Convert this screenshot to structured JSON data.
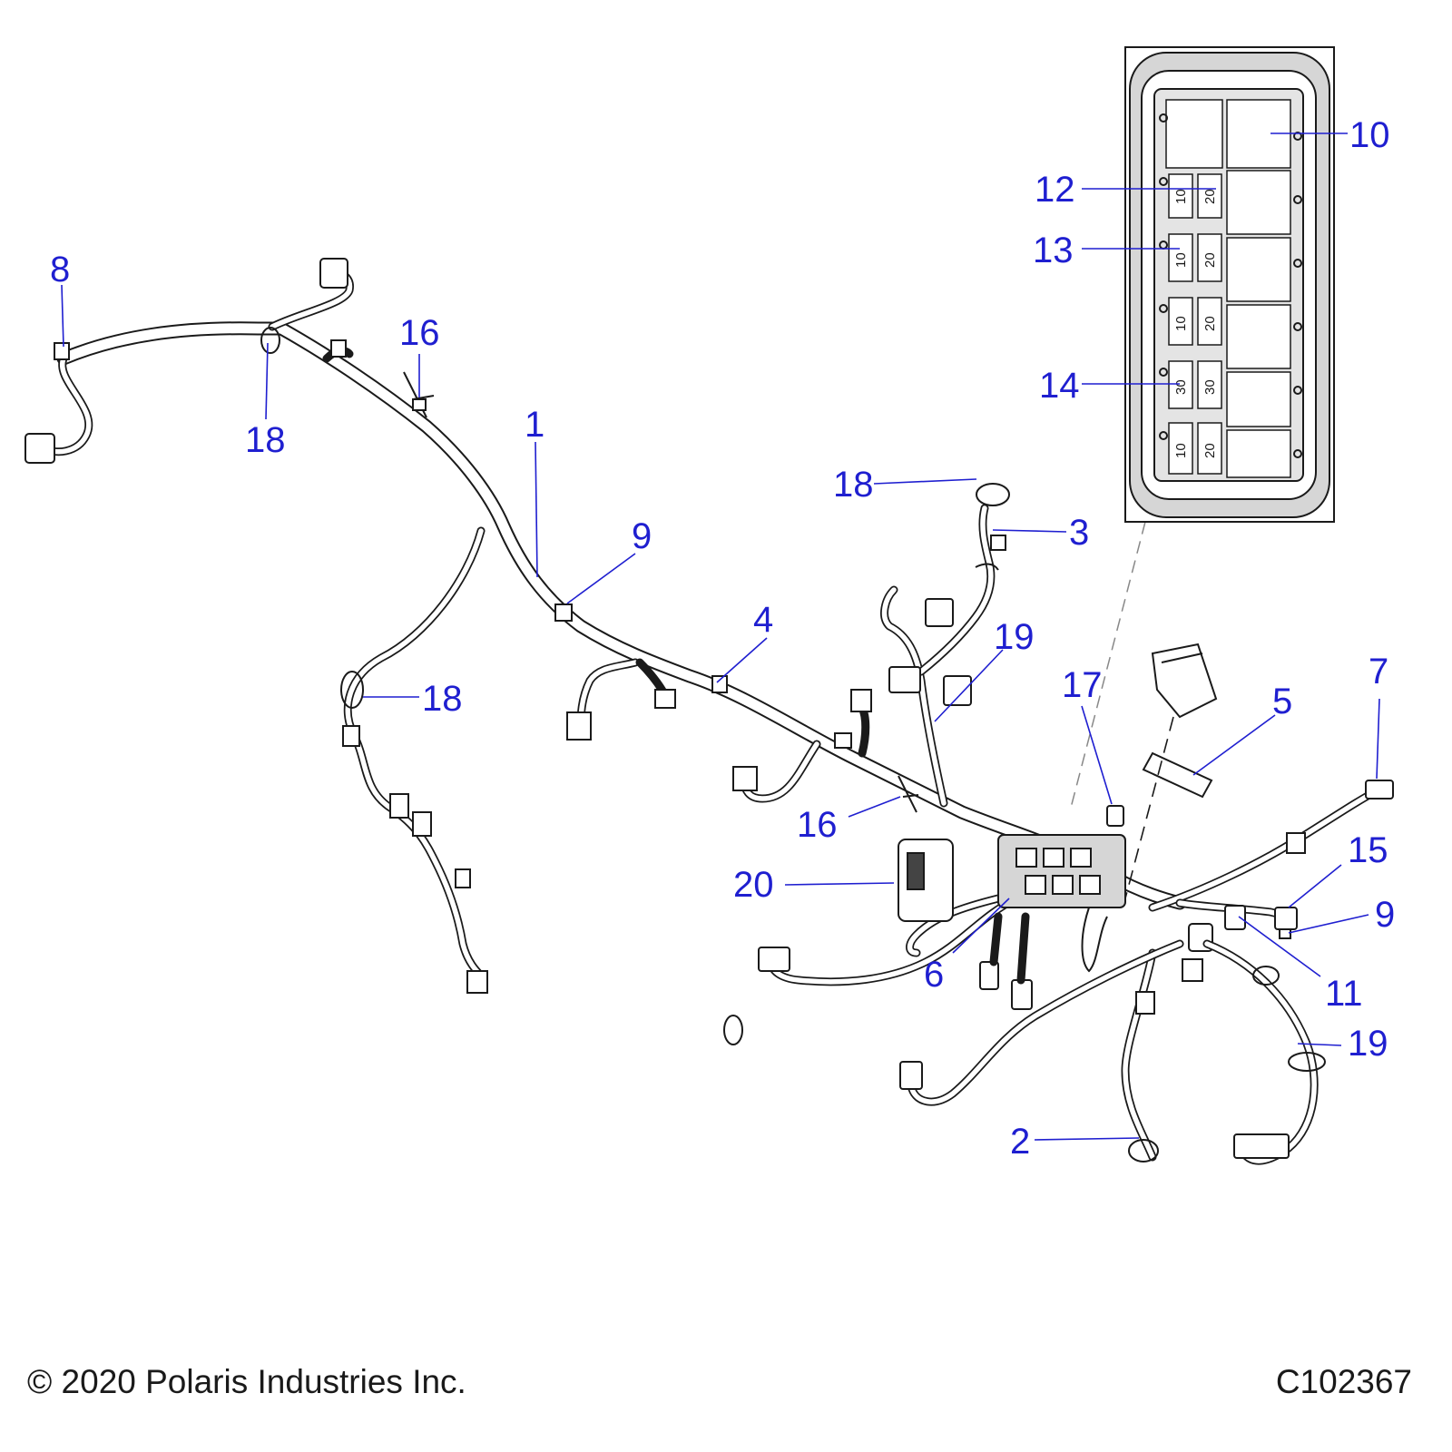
{
  "callouts": [
    {
      "id": "c1",
      "label": "1"
    },
    {
      "id": "c2",
      "label": "2"
    },
    {
      "id": "c3",
      "label": "3"
    },
    {
      "id": "c4",
      "label": "4"
    },
    {
      "id": "c5",
      "label": "5"
    },
    {
      "id": "c6",
      "label": "6"
    },
    {
      "id": "c7",
      "label": "7"
    },
    {
      "id": "c8",
      "label": "8"
    },
    {
      "id": "c9a",
      "label": "9"
    },
    {
      "id": "c9b",
      "label": "9"
    },
    {
      "id": "c10",
      "label": "10"
    },
    {
      "id": "c11",
      "label": "11"
    },
    {
      "id": "c12",
      "label": "12"
    },
    {
      "id": "c13",
      "label": "13"
    },
    {
      "id": "c14",
      "label": "14"
    },
    {
      "id": "c15",
      "label": "15"
    },
    {
      "id": "c16a",
      "label": "16"
    },
    {
      "id": "c16b",
      "label": "16"
    },
    {
      "id": "c17",
      "label": "17"
    },
    {
      "id": "c18a",
      "label": "18"
    },
    {
      "id": "c18b",
      "label": "18"
    },
    {
      "id": "c18c",
      "label": "18"
    },
    {
      "id": "c19a",
      "label": "19"
    },
    {
      "id": "c19b",
      "label": "19"
    },
    {
      "id": "c20",
      "label": "20"
    }
  ],
  "fuse_box": {
    "rows": [
      {
        "left": "10",
        "right": "20"
      },
      {
        "left": "10",
        "right": "20"
      },
      {
        "left": "10",
        "right": "20"
      },
      {
        "left": "30",
        "right": "30"
      },
      {
        "left": "10",
        "right": "20"
      }
    ]
  },
  "footer": {
    "copyright": "© 2020 Polaris Industries Inc.",
    "figure_id": "C102367"
  }
}
